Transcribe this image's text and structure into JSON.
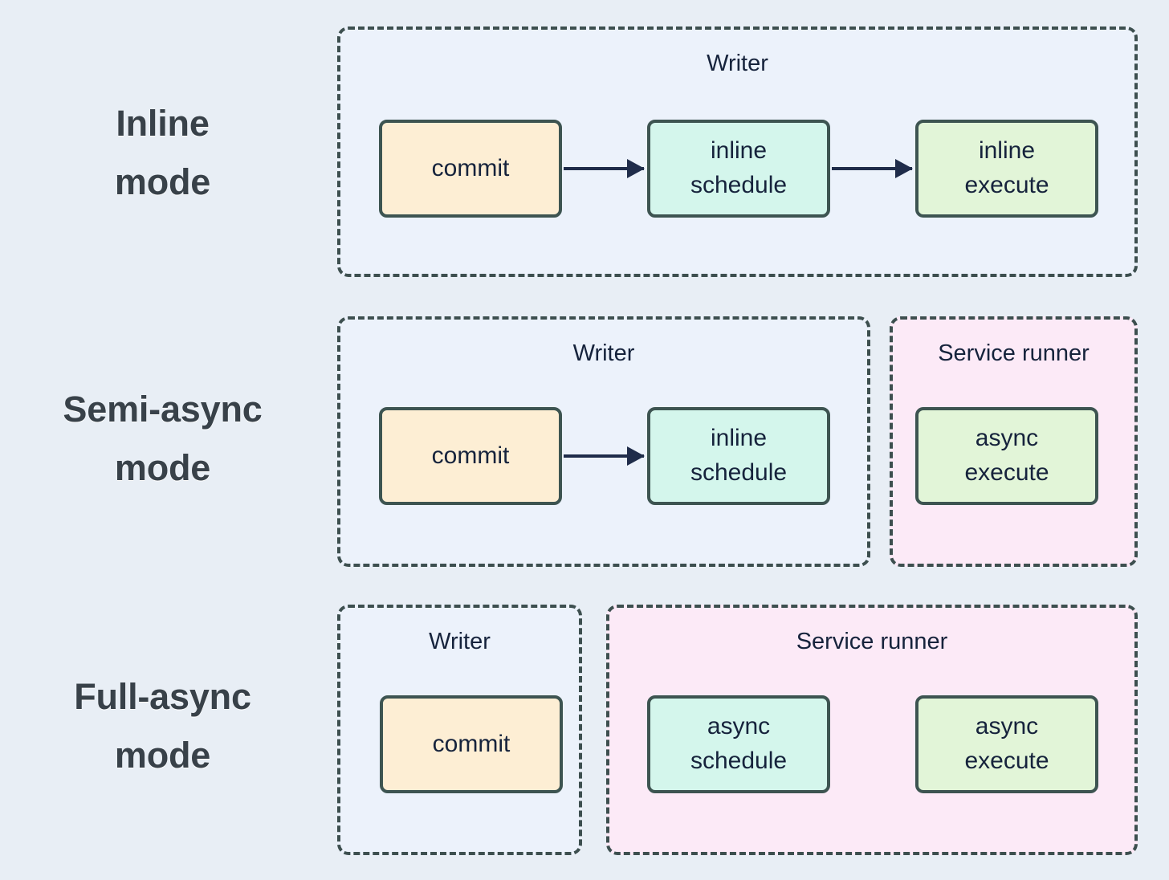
{
  "diagram": {
    "background_color": "#e8eef5",
    "node_border_color": "#3d5451",
    "group_border_color": "#3d4f4f",
    "arrow_color": "#1f2c4a",
    "writer_fill": "#ecf2fb",
    "service_fill": "#fceaf7",
    "rows": [
      {
        "label": "Inline\nmode",
        "groups": [
          {
            "title": "Writer",
            "kind": "writer",
            "nodes": [
              {
                "label": "commit",
                "color": "orange",
                "fill": "#fdeed4"
              },
              {
                "label": "inline\nschedule",
                "color": "teal",
                "fill": "#d4f6ec"
              },
              {
                "label": "inline\nexecute",
                "color": "green",
                "fill": "#e2f5d8"
              }
            ]
          }
        ],
        "arrows": [
          {
            "from": "commit",
            "to": "inline schedule"
          },
          {
            "from": "inline schedule",
            "to": "inline execute"
          }
        ]
      },
      {
        "label": "Semi-async\nmode",
        "groups": [
          {
            "title": "Writer",
            "kind": "writer",
            "nodes": [
              {
                "label": "commit",
                "color": "orange",
                "fill": "#fdeed4"
              },
              {
                "label": "inline\nschedule",
                "color": "teal",
                "fill": "#d4f6ec"
              }
            ]
          },
          {
            "title": "Service runner",
            "kind": "service",
            "nodes": [
              {
                "label": "async\nexecute",
                "color": "green",
                "fill": "#e2f5d8"
              }
            ]
          }
        ],
        "arrows": [
          {
            "from": "commit",
            "to": "inline schedule"
          }
        ]
      },
      {
        "label": "Full-async\nmode",
        "groups": [
          {
            "title": "Writer",
            "kind": "writer",
            "nodes": [
              {
                "label": "commit",
                "color": "orange",
                "fill": "#fdeed4"
              }
            ]
          },
          {
            "title": "Service runner",
            "kind": "service",
            "nodes": [
              {
                "label": "async\nschedule",
                "color": "teal",
                "fill": "#d4f6ec"
              },
              {
                "label": "async\nexecute",
                "color": "green",
                "fill": "#e2f5d8"
              }
            ]
          }
        ],
        "arrows": []
      }
    ]
  }
}
